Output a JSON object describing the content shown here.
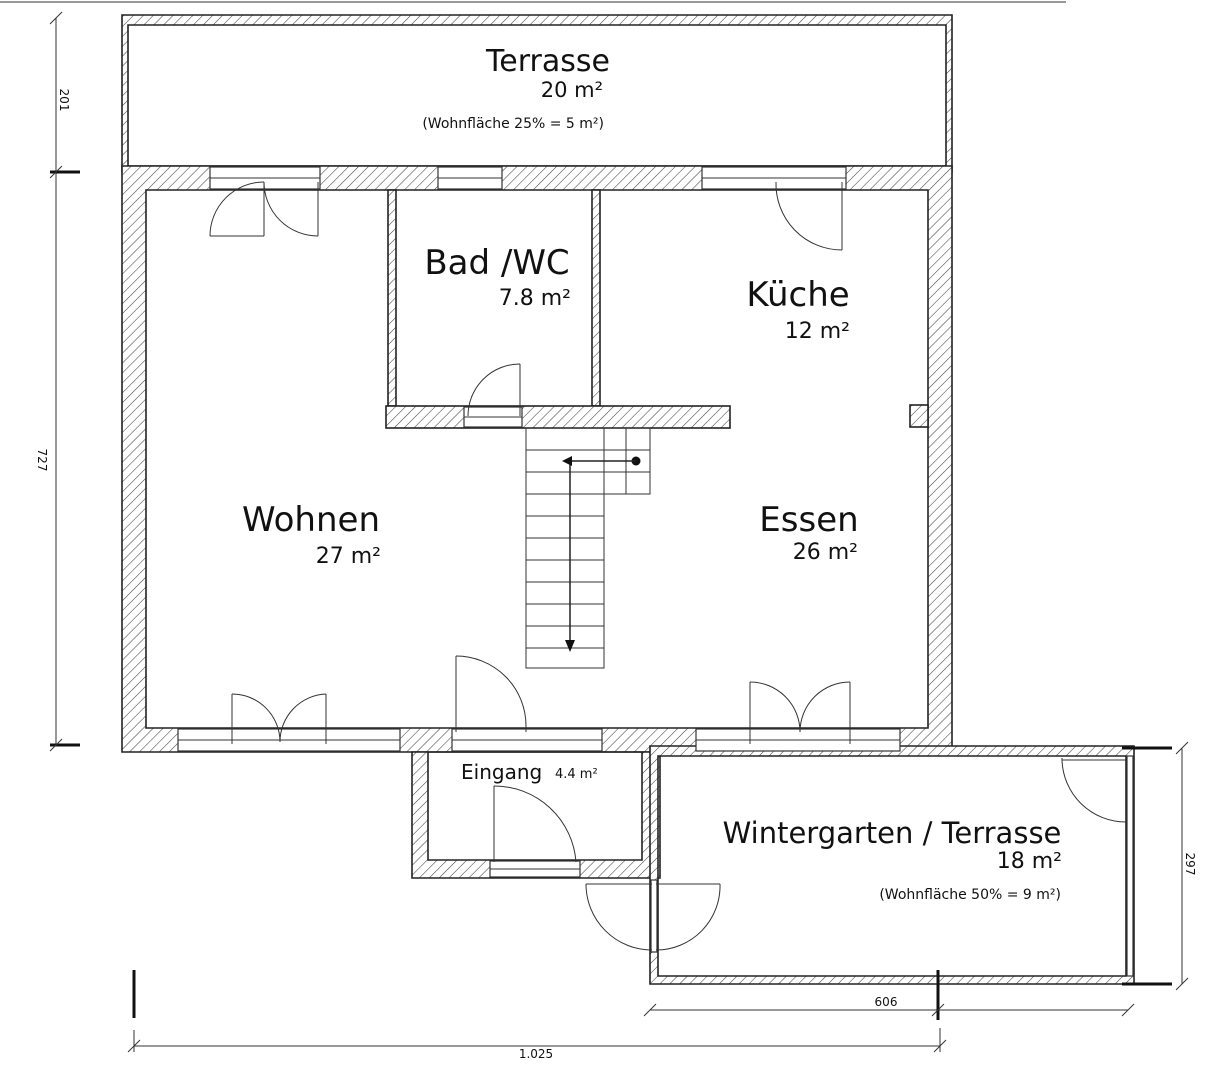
{
  "rooms": {
    "terrasse": {
      "name": "Terrasse",
      "area": "20 m²",
      "note": "(Wohnfläche 25% = 5 m²)"
    },
    "bad": {
      "name": "Bad /WC",
      "area": "7.8 m²"
    },
    "kueche": {
      "name": "Küche",
      "area": "12 m²"
    },
    "wohnen": {
      "name": "Wohnen",
      "area": "27 m²"
    },
    "essen": {
      "name": "Essen",
      "area": "26 m²"
    },
    "eingang": {
      "name": "Eingang",
      "area": "4.4 m²"
    },
    "wintergarten": {
      "name": "Wintergarten / Terrasse",
      "area": "18 m²",
      "note": "(Wohnfläche 50% = 9 m²)"
    }
  },
  "dimensions": {
    "left_top": "201",
    "left_main": "727",
    "right_wintergarten": "297",
    "bottom_wintergarten": "606",
    "bottom_total": "1.025"
  }
}
